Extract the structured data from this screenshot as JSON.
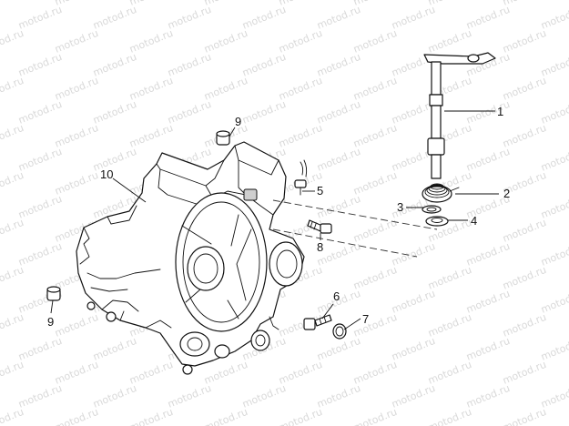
{
  "watermark": {
    "text": "motod.ru"
  },
  "callouts": [
    {
      "id": "1",
      "label": "1"
    },
    {
      "id": "2",
      "label": "2"
    },
    {
      "id": "3",
      "label": "3"
    },
    {
      "id": "4",
      "label": "4"
    },
    {
      "id": "5",
      "label": "5"
    },
    {
      "id": "6",
      "label": "6"
    },
    {
      "id": "7",
      "label": "7"
    },
    {
      "id": "8",
      "label": "8"
    },
    {
      "id": "9a",
      "label": "9"
    },
    {
      "id": "9b",
      "label": "9"
    },
    {
      "id": "10",
      "label": "10"
    }
  ]
}
